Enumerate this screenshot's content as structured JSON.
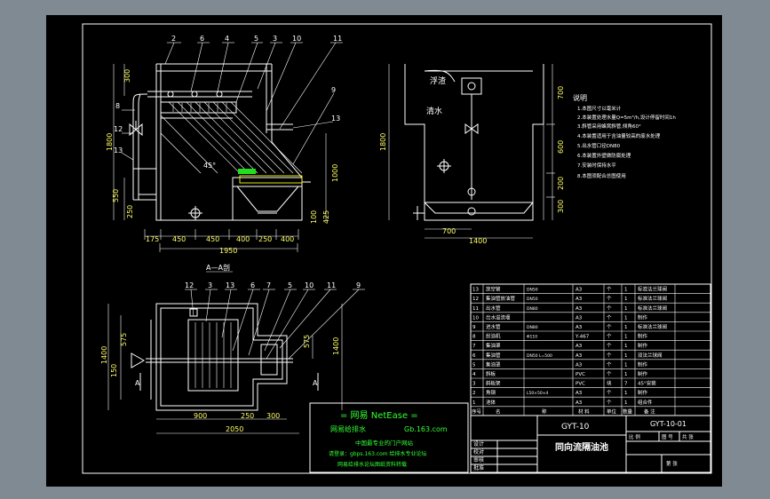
{
  "colors": {
    "background": "#7f8a93",
    "canvas": "#000000",
    "lines": "#ffffff",
    "dims": "#ffff66",
    "accent": "#33ffff",
    "highlight": "#22dd22"
  },
  "elevation": {
    "callouts": [
      "2",
      "6",
      "4",
      "5",
      "3",
      "10",
      "11",
      "9",
      "8",
      "12",
      "13",
      "13"
    ],
    "dims_bottom": [
      "175",
      "450",
      "450",
      "400",
      "250",
      "400"
    ],
    "dim_total": "1950",
    "dims_left": [
      "300",
      "1800",
      "550",
      "250"
    ],
    "dims_right": [
      "1000",
      "100",
      "425"
    ],
    "angle": "45°"
  },
  "side_view": {
    "labels": [
      "浮渣",
      "清水"
    ],
    "dims_right": [
      "700",
      "600",
      "200",
      "300"
    ],
    "dim_left": "1800",
    "dims_bottom": [
      "700",
      "1400"
    ]
  },
  "notes": {
    "title": "说明",
    "lines": [
      "1.本图尺寸以毫米计",
      "2.本装置处理水量Q=5m³/h,设计停留时间1h",
      "3.斜管采用蜂窝斜管,倾角60°",
      "4.本装置适用于含油量较高的废水处理",
      "5.出水管口径DN80",
      "6.本装置外壁做防腐处理",
      "7.安装时保持水平",
      "8.本图须配合总图使用"
    ]
  },
  "section": {
    "title": "A—A剖",
    "callouts": [
      "12",
      "3",
      "13",
      "6",
      "7",
      "5",
      "10",
      "11",
      "9"
    ],
    "marker": "A",
    "dims_left": [
      "1400",
      "575",
      "150"
    ],
    "dims_right": [
      "575",
      "1400"
    ],
    "dims_bottom": [
      "900",
      "250",
      "300"
    ],
    "dim_total": "2050"
  },
  "parts_table": {
    "header": [
      "序号",
      "名",
      "称",
      "材 料",
      "单位",
      "数量",
      "备 注"
    ],
    "rows": [
      [
        "13",
        "放空管",
        "DN50",
        "A3",
        "个",
        "1",
        "标准法兰球阀"
      ],
      [
        "12",
        "集油管放油管",
        "DN50",
        "A3",
        "个",
        "1",
        "标准法兰球阀"
      ],
      [
        "11",
        "出水管",
        "DN80",
        "A3",
        "个",
        "1",
        "标准法兰球阀"
      ],
      [
        "10",
        "出水溢流堰",
        "",
        "A3",
        "个",
        "1",
        "制作"
      ],
      [
        "9",
        "进水管",
        "DN80",
        "A3",
        "个",
        "1",
        "标准法兰球阀"
      ],
      [
        "8",
        "刮油机",
        "Φ110",
        "Y-467",
        "个",
        "1",
        "制作"
      ],
      [
        "7",
        "集油罩",
        "",
        "A3",
        "个",
        "1",
        "制作"
      ],
      [
        "6",
        "集油管",
        "DN50 L=500",
        "A3",
        "个",
        "1",
        "双法兰球阀"
      ],
      [
        "5",
        "集油罩",
        "",
        "A3",
        "个",
        "1",
        "制作"
      ],
      [
        "4",
        "斜板",
        "",
        "PVC",
        "个",
        "1",
        "制作"
      ],
      [
        "3",
        "斜板架",
        "",
        "PVC",
        "块",
        "7",
        "45°安装"
      ],
      [
        "2",
        "角钢",
        "L50×50×4",
        "A3",
        "个",
        "1",
        "制作"
      ],
      [
        "1",
        "池体",
        "",
        "A3",
        "个",
        "1",
        "组合件"
      ]
    ]
  },
  "title_block": {
    "drawing_code": "GYT-10",
    "drawing_number": "GYT-10-01",
    "drawing_name": "同向流隔油池",
    "cells": [
      "设计",
      "校对",
      "审核",
      "批准",
      "比 例",
      "图 号",
      "共 张",
      "第 张"
    ]
  },
  "watermark": {
    "line1": "= 网易 NetEase =",
    "line2_left": "网易给排水",
    "line2_right": "Gb.163.com",
    "line3": "中国最专业的门户网站",
    "line4": "请登录：gbps.163.com 给排水专业论坛",
    "line5": "网易给排水论坛图纸资料转载"
  }
}
